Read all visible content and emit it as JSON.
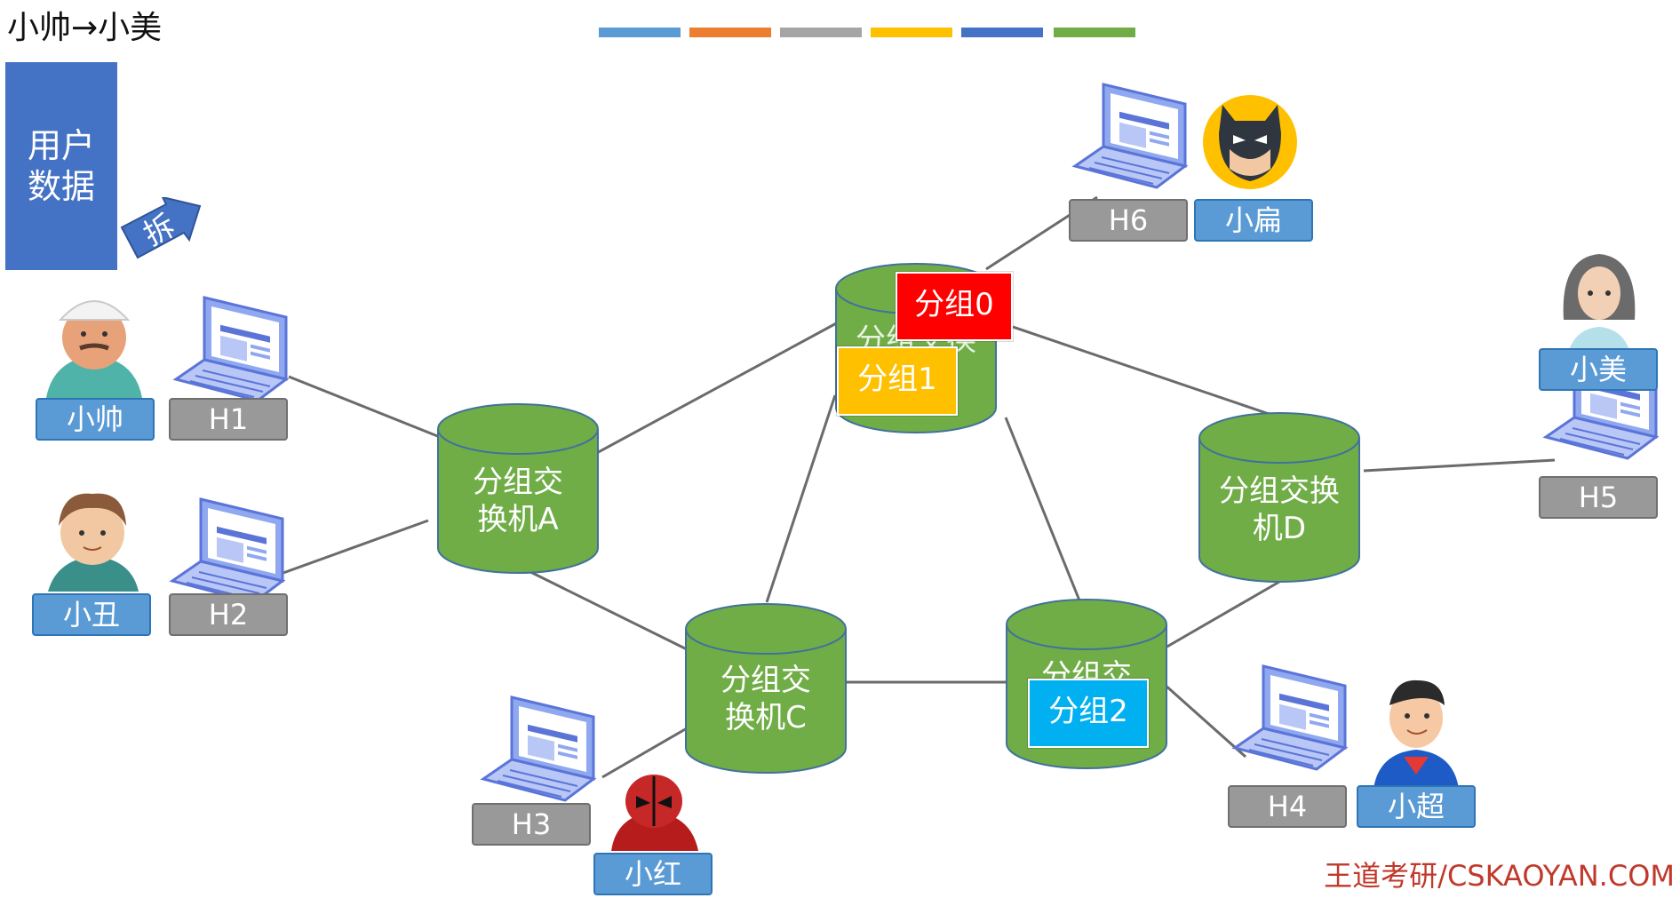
{
  "title": "小帅→小美",
  "user_data_block": {
    "lines": [
      "用户",
      "数据"
    ],
    "arrow_label": "拆"
  },
  "legend_colors": [
    "#5b9bd5",
    "#ed7d31",
    "#a5a5a5",
    "#ffc000",
    "#4472c4",
    "#70ad47"
  ],
  "switches": {
    "a": {
      "label": "分组交换机A",
      "lines": [
        "分组交",
        "换机A"
      ]
    },
    "b": {
      "lines": [
        "分组交换"
      ]
    },
    "c": {
      "label": "分组交换机C",
      "lines": [
        "分组交",
        "换机C"
      ]
    },
    "d": {
      "label": "分组交换机D",
      "lines": [
        "分组交换",
        "机D"
      ]
    },
    "e": {
      "lines": [
        "分组交"
      ]
    }
  },
  "hosts": {
    "h1": "H1",
    "h2": "H2",
    "h3": "H3",
    "h4": "H4",
    "h5": "H5",
    "h6": "H6"
  },
  "users": {
    "xiaoshuai": "小帅",
    "xiaochou": "小丑",
    "xiaohong": "小红",
    "xiaochao": "小超",
    "xiaomei": "小美",
    "xiaobian": "小扁"
  },
  "packets": {
    "p0": {
      "label": "分组0",
      "color": "#ff0000"
    },
    "p1": {
      "label": "分组1",
      "color": "#ffc000"
    },
    "p2": {
      "label": "分组2",
      "color": "#00b0f0"
    }
  },
  "brand": "王道考研/CSKAOYAN.COM"
}
